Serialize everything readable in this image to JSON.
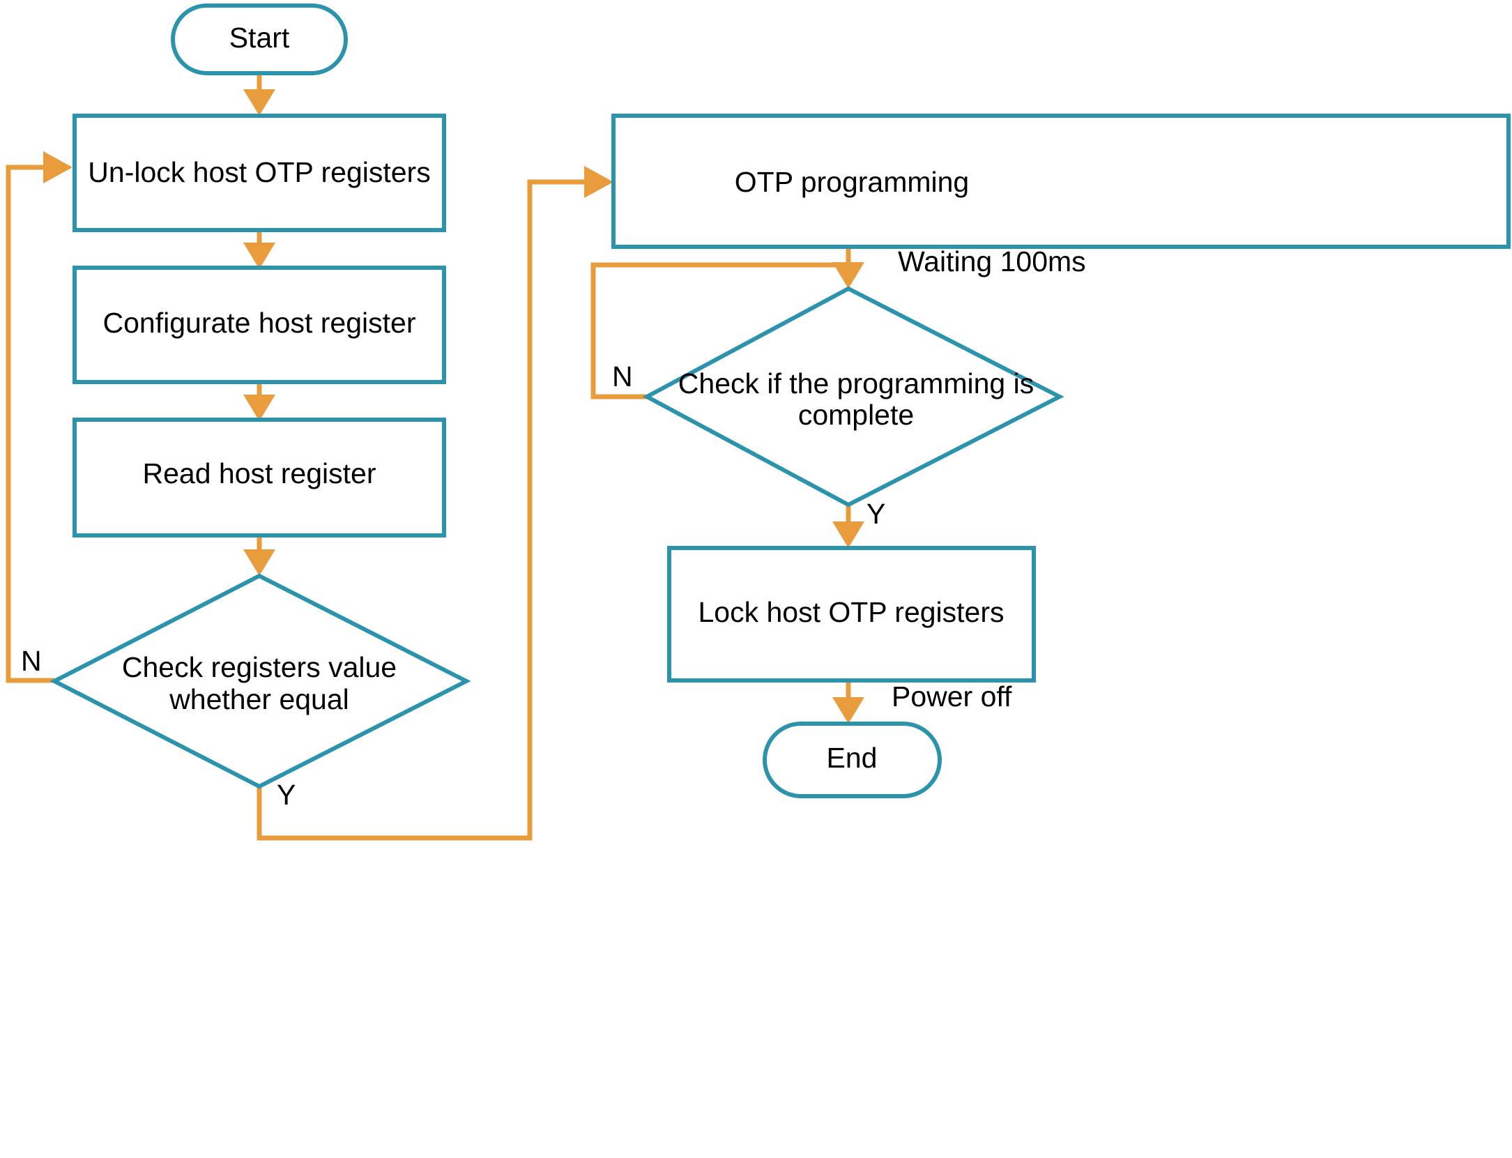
{
  "diagram": {
    "title": "Host OTP Programming Flowchart",
    "colors": {
      "shape_border": "#2b93ac",
      "connector": "#e89c3c",
      "shape_fill": "#ffffff",
      "text": "#000000",
      "background": "#ffffff"
    },
    "nodes": [
      {
        "id": "start",
        "type": "terminal",
        "label": "Start"
      },
      {
        "id": "unlock",
        "type": "process",
        "label": "Un-lock host OTP registers"
      },
      {
        "id": "configurate",
        "type": "process",
        "label": "Configurate host register"
      },
      {
        "id": "read",
        "type": "process",
        "label": "Read host register"
      },
      {
        "id": "check_equal",
        "type": "decision",
        "label_line1": "Check registers value",
        "label_line2": "whether equal"
      },
      {
        "id": "otp_prog",
        "type": "process",
        "label": "OTP programming"
      },
      {
        "id": "check_done",
        "type": "decision",
        "label_line1": "Check if the programming is",
        "label_line2": "complete"
      },
      {
        "id": "lock",
        "type": "process",
        "label": "Lock host OTP registers"
      },
      {
        "id": "end",
        "type": "terminal",
        "label": "End"
      }
    ],
    "edge_labels": {
      "check_equal_no": "N",
      "check_equal_yes": "Y",
      "waiting": "Waiting 100ms",
      "check_done_no": "N",
      "check_done_yes": "Y",
      "power_off": "Power off"
    }
  }
}
